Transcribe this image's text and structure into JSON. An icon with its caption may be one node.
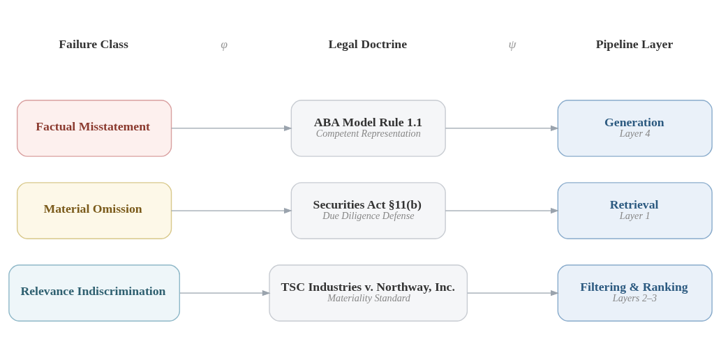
{
  "diagram": {
    "nodes": [
      {
        "text": [
          "Factual Misstatement"
        ]
      },
      {
        "text": [
          "ABA Model Rule 1.1",
          "Competent Representation"
        ]
      },
      {
        "text": [
          "Generation",
          "Layer 4"
        ]
      },
      {
        "text": [
          "Material Omission"
        ]
      },
      {
        "text": [
          "Securities Act §11(b)",
          "Due Diligence Defense"
        ]
      },
      {
        "text": [
          "Retrieval",
          "Layer 1"
        ]
      },
      {
        "text": [
          "Relevance Indiscrimination"
        ]
      },
      {
        "text": [
          "TSC Industries v. Northway, Inc.",
          "Materiality Standard"
        ]
      },
      {
        "text": [
          "Filtering & Ranking",
          "Layers 2–3"
        ]
      }
    ],
    "edges": [
      {
        "from": 0,
        "to": 1,
        "arrow": "to"
      },
      {
        "from": 1,
        "to": 2,
        "arrow": "to"
      },
      {
        "from": 3,
        "to": 4,
        "arrow": "to"
      },
      {
        "from": 4,
        "to": 5,
        "arrow": "to"
      },
      {
        "from": 6,
        "to": 7,
        "arrow": "to"
      },
      {
        "from": 7,
        "to": 8,
        "arrow": "to"
      }
    ],
    "labels": [
      "Failure Class",
      "φ",
      "Legal Doctrine",
      "ψ",
      "Pipeline Layer"
    ]
  }
}
